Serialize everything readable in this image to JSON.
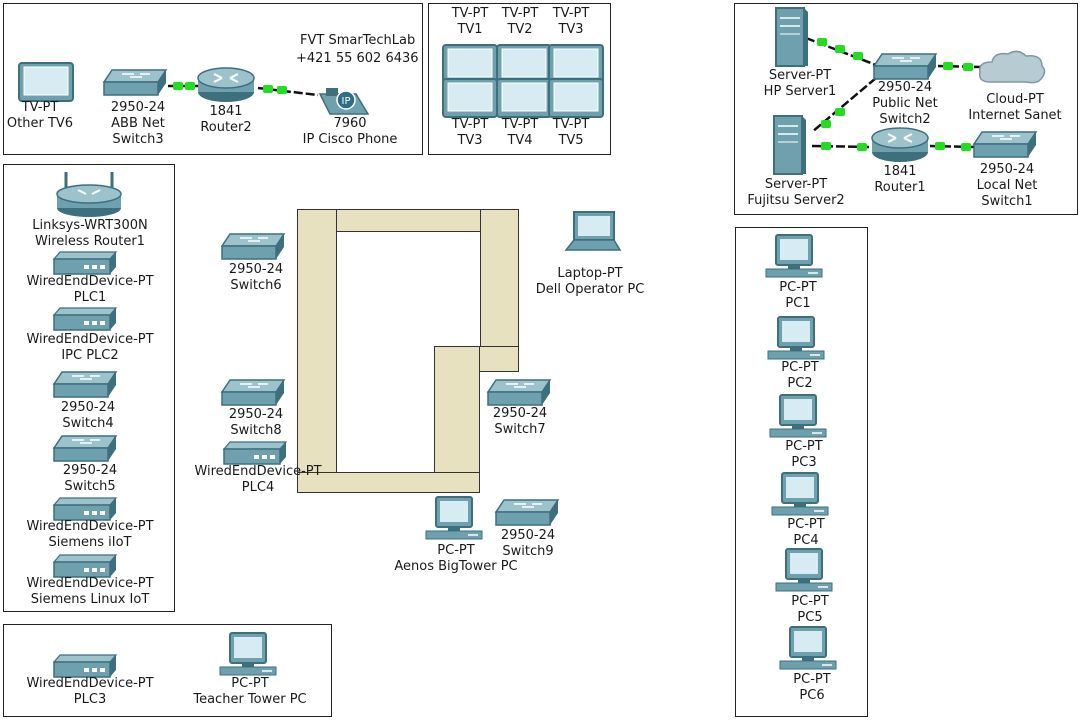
{
  "lab_title": "FVT SmarTechLab",
  "lab_phone": "+421 55 602 6436",
  "devices": {
    "tv_other6": [
      "TV-PT",
      "Other TV6"
    ],
    "switch3": [
      "2950-24",
      "ABB Net",
      "Switch3"
    ],
    "router2": [
      "1841",
      "Router2"
    ],
    "phone": [
      "7960",
      "IP Cisco Phone"
    ],
    "tv1_top": [
      "TV-PT",
      "TV1"
    ],
    "tv2_top": [
      "TV-PT",
      "TV2"
    ],
    "tv3_top": [
      "TV-PT",
      "TV3"
    ],
    "tv3_bot": [
      "TV-PT",
      "TV3"
    ],
    "tv4_bot": [
      "TV-PT",
      "TV4"
    ],
    "tv5_bot": [
      "TV-PT",
      "TV5"
    ],
    "server_hp": [
      "Server-PT",
      "HP Server1"
    ],
    "switch2": [
      "2950-24",
      "Public Net",
      "Switch2"
    ],
    "cloud": [
      "Cloud-PT",
      "Internet Sanet"
    ],
    "server_fujitsu": [
      "Server-PT",
      "Fujitsu Server2"
    ],
    "router1": [
      "1841",
      "Router1"
    ],
    "switch1": [
      "2950-24",
      "Local Net",
      "Switch1"
    ],
    "wrt": [
      "Linksys-WRT300N",
      "Wireless Router1"
    ],
    "plc1": [
      "WiredEndDevice-PT",
      "PLC1"
    ],
    "plc2": [
      "WiredEndDevice-PT",
      "IPC PLC2"
    ],
    "switch4": [
      "2950-24",
      "Switch4"
    ],
    "switch5": [
      "2950-24",
      "Switch5"
    ],
    "siemens_iot": [
      "WiredEndDevice-PT",
      "Siemens iIoT"
    ],
    "siemens_linux": [
      "WiredEndDevice-PT",
      "Siemens Linux IoT"
    ],
    "plc3": [
      "WiredEndDevice-PT",
      "PLC3"
    ],
    "teacher_pc": [
      "PC-PT",
      "Teacher Tower PC"
    ],
    "switch6": [
      "2950-24",
      "Switch6"
    ],
    "switch8": [
      "2950-24",
      "Switch8"
    ],
    "plc4": [
      "WiredEndDevice-PT",
      "PLC4"
    ],
    "laptop": [
      "Laptop-PT",
      "Dell Operator PC"
    ],
    "switch7": [
      "2950-24",
      "Switch7"
    ],
    "aenos_pc": [
      "PC-PT",
      "Aenos BigTower PC"
    ],
    "switch9": [
      "2950-24",
      "Switch9"
    ],
    "pc1": [
      "PC-PT",
      "PC1"
    ],
    "pc2": [
      "PC-PT",
      "PC2"
    ],
    "pc3": [
      "PC-PT",
      "PC3"
    ],
    "pc4": [
      "PC-PT",
      "PC4"
    ],
    "pc5": [
      "PC-PT",
      "PC5"
    ],
    "pc6": [
      "PC-PT",
      "PC6"
    ]
  },
  "colors": {
    "device": "#6fa0ad",
    "device_dark": "#3e6f7d",
    "link_up": "#22dd22",
    "room": "#e8e1bf"
  }
}
